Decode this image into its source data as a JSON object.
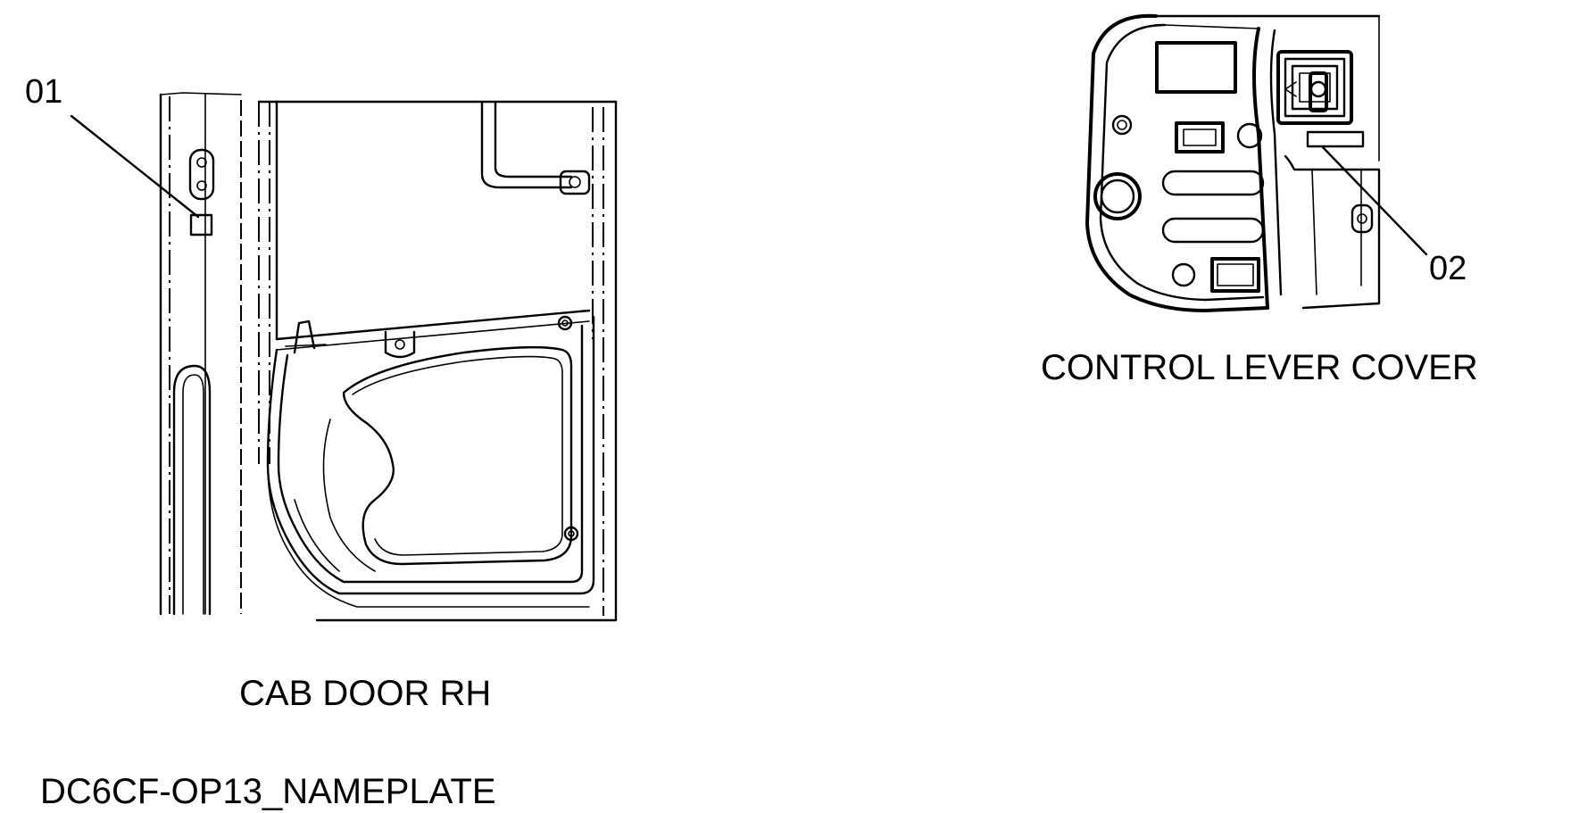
{
  "callouts": {
    "item_01": "01",
    "item_02": "02"
  },
  "captions": {
    "cab_door": "CAB DOOR RH",
    "control_lever_cover": "CONTROL LEVER COVER"
  },
  "figure_id": "DC6CF-OP13_NAMEPLATE",
  "colors": {
    "line": "#000000",
    "background": "#ffffff"
  }
}
